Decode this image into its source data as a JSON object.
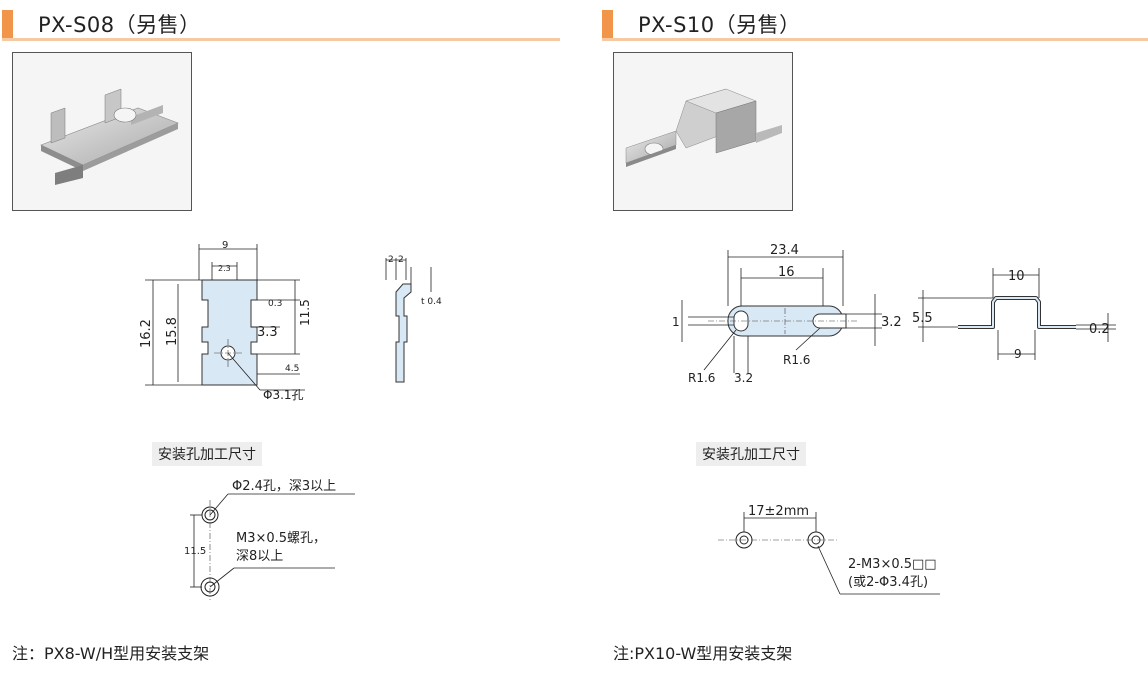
{
  "left": {
    "title": "PX-S08（另售）",
    "subtitle": "安装孔加工尺寸",
    "note": "注：PX8-W/H型用安装支架",
    "drawing": {
      "width": "9",
      "slot": "2.3",
      "gap": "0.3",
      "inner": "3.3",
      "height_right": "11.5",
      "total_height": "16.2",
      "inner_height": "15.8",
      "bottom": "4.5",
      "hole": "Φ3.1孔",
      "side_a": "2",
      "side_b": "2",
      "thickness": "t 0.4"
    },
    "mount": {
      "hole_label": "Φ2.4孔，深3以上",
      "screw_label_1": "M3×0.5螺孔，",
      "screw_label_2": "深8以上",
      "pitch": "11.5"
    }
  },
  "right": {
    "title": "PX-S10（另售）",
    "subtitle": "安装孔加工尺寸",
    "note": "注:PX10-W型用安装支架",
    "drawing": {
      "length": "23.4",
      "pitch": "16",
      "left_h": "1",
      "right_h": "3.2",
      "r_left": "R1.6",
      "r_right": "R1.6",
      "bottom_w": "3.2",
      "side_width": "10",
      "side_height": "5.5",
      "side_bottom": "9",
      "side_t": "0.2"
    },
    "mount": {
      "pitch": "17±2mm",
      "label_1": "2-M3×0.5□□",
      "label_2": "(或2-Φ3.4孔)"
    }
  }
}
